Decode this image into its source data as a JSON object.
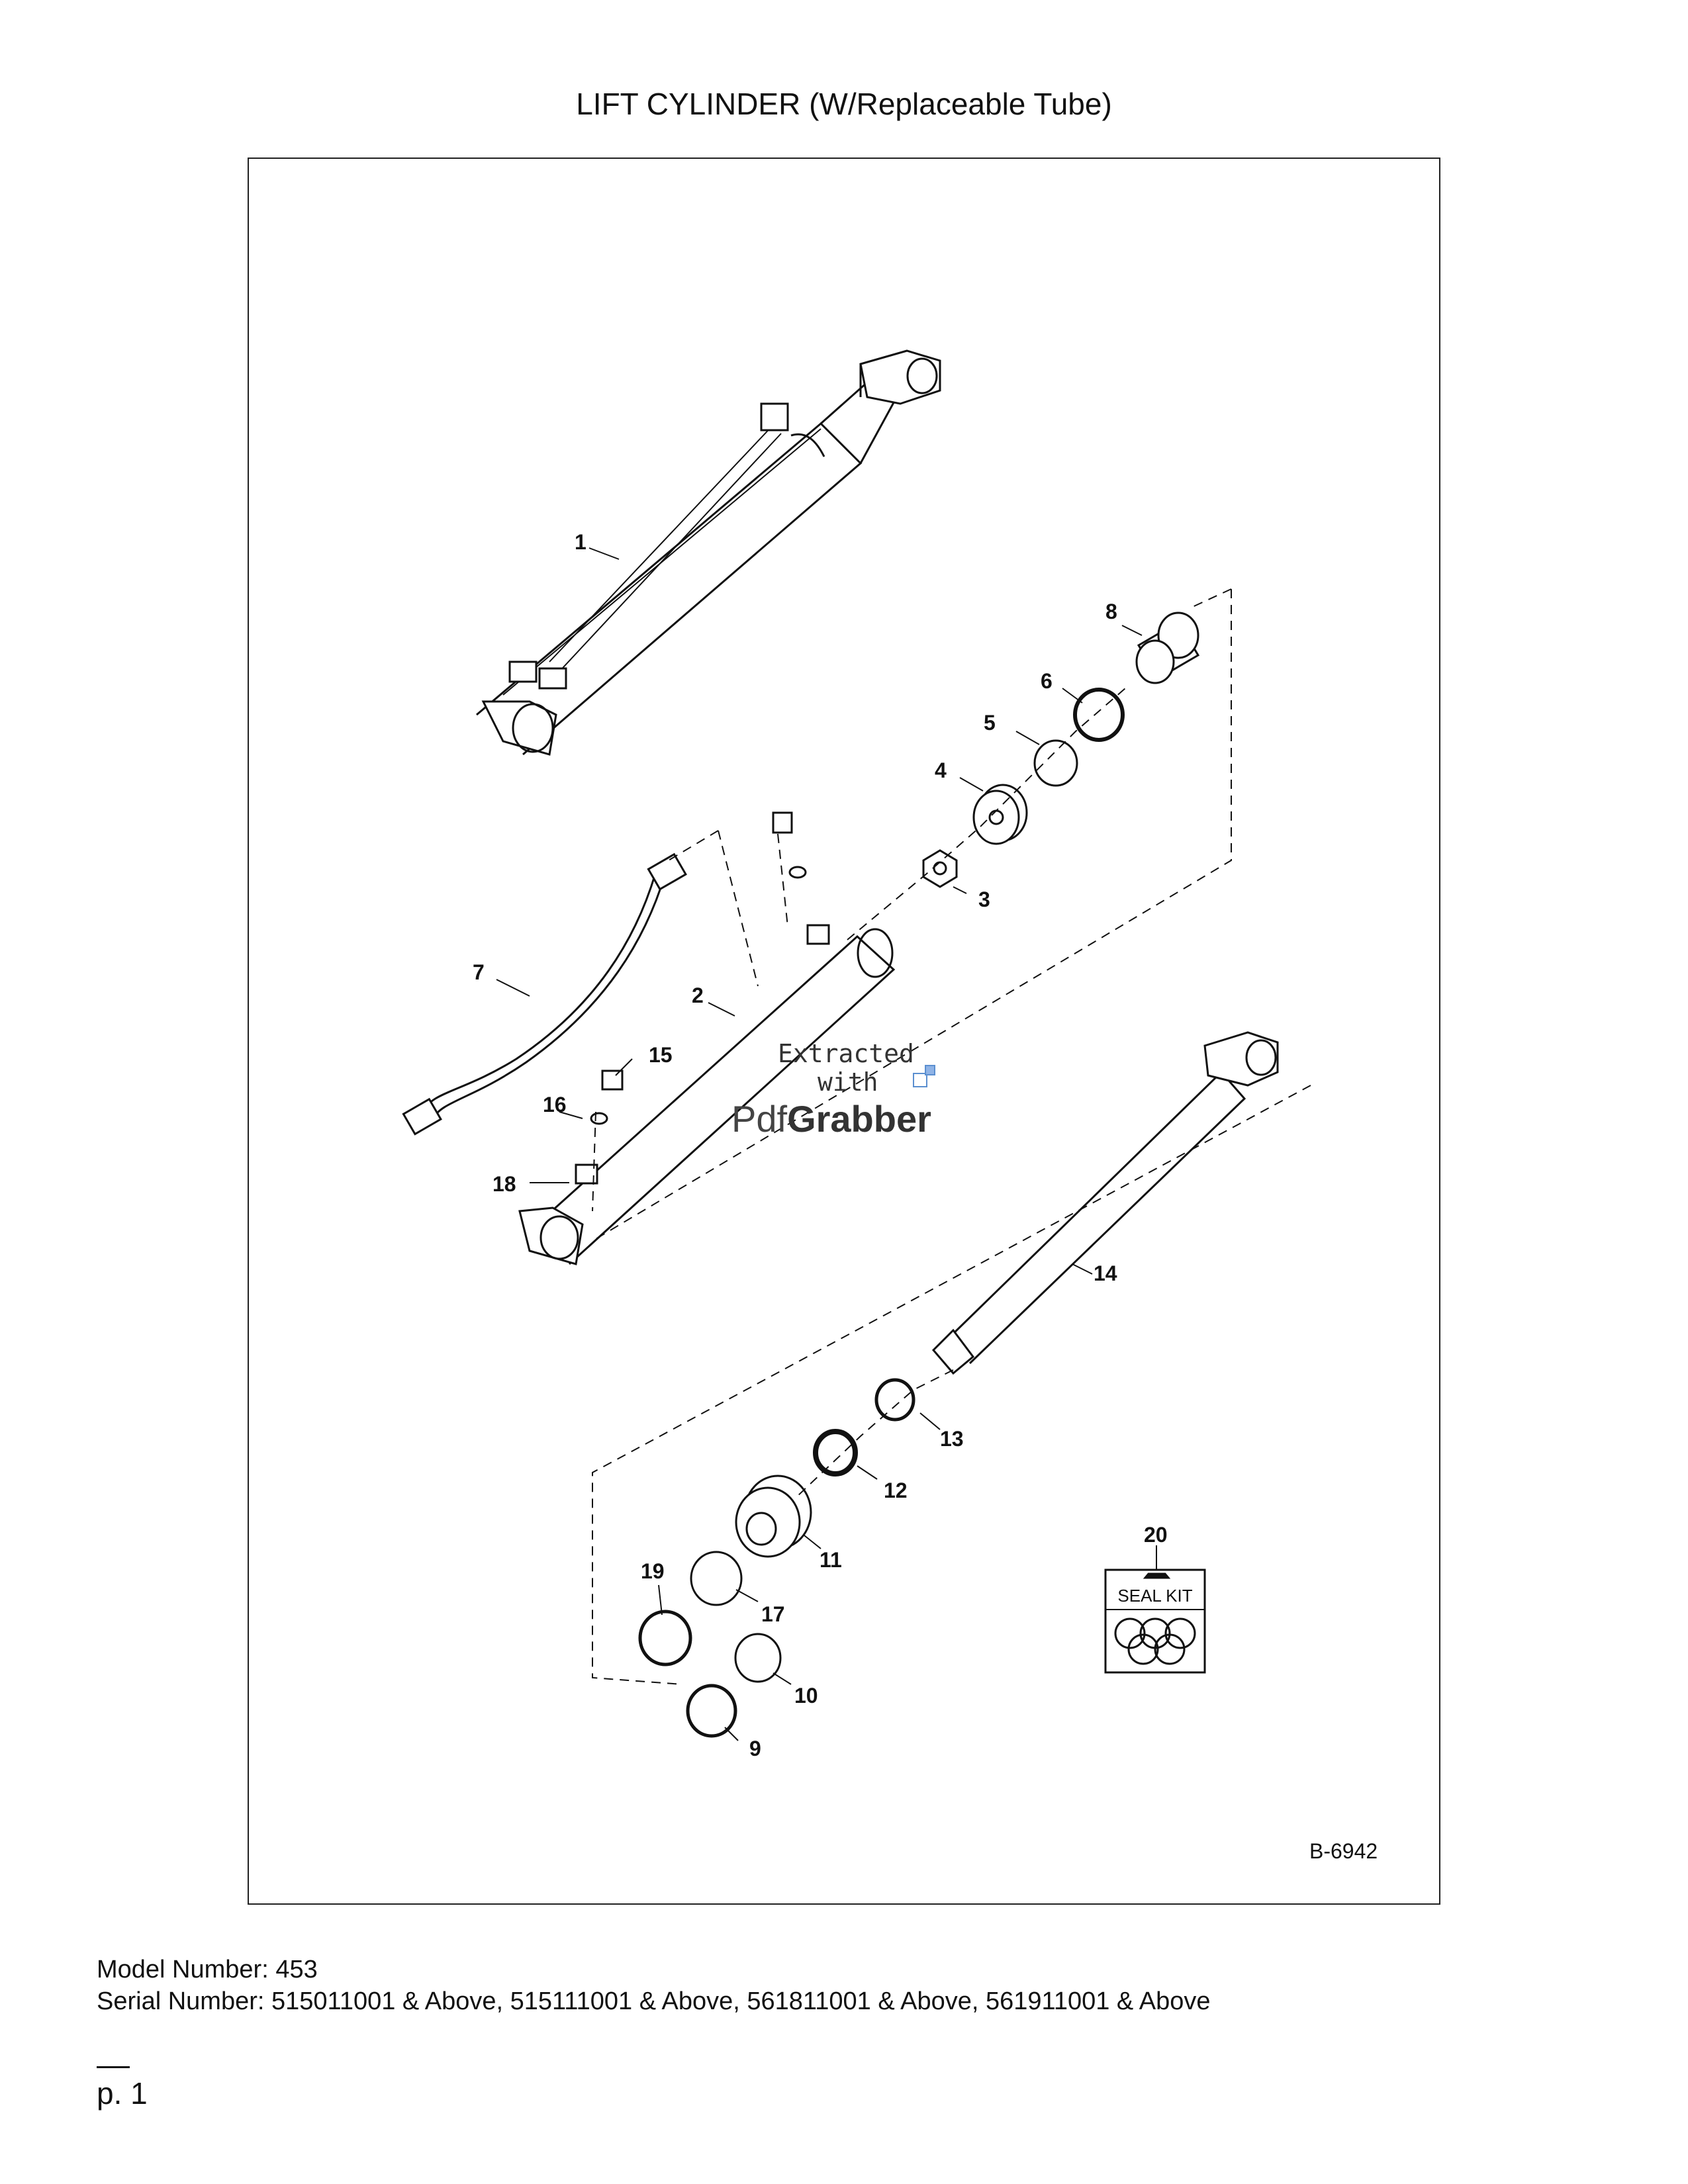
{
  "page": {
    "title": "LIFT CYLINDER (W/Replaceable Tube)",
    "figure_ref": "B-6942",
    "model_line": "Model Number: 453",
    "serial_line": "Serial Number: 515011001 & Above, 515111001 & Above, 561811001 & Above, 561911001 & Above",
    "page_number": "p. 1"
  },
  "watermark": {
    "line1": "Extracted",
    "line2": "with",
    "brand_a": "Pdf",
    "brand_b": "Grabber"
  },
  "seal_kit": {
    "label": "SEAL KIT"
  },
  "callouts": {
    "c1": "1",
    "c2": "2",
    "c3": "3",
    "c4": "4",
    "c5": "5",
    "c6": "6",
    "c7": "7",
    "c8": "8",
    "c9": "9",
    "c10": "10",
    "c11": "11",
    "c12": "12",
    "c13": "13",
    "c14": "14",
    "c15": "15",
    "c16": "16",
    "c17": "17",
    "c18": "18",
    "c19": "19",
    "c20": "20"
  }
}
